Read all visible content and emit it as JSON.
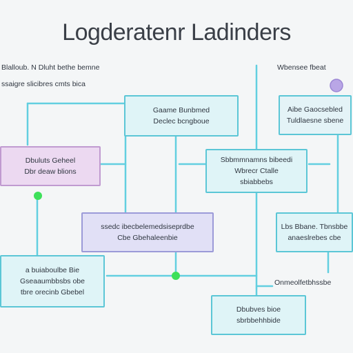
{
  "title": "Logderatenr Ladinders",
  "top_left_text": [
    "Blalloub. N Dluht bethe bemne",
    "ssaigre slicibres cmts bica"
  ],
  "top_right_text": "Wbensee fbeat",
  "boxes": {
    "top_center": [
      "Gaame Bunbmed",
      "Declec bcngboue"
    ],
    "top_right": [
      "Aibe Gaocsebled",
      "Tuldlaesne sbene"
    ],
    "left_pink": [
      "Dbuluts Geheel",
      "Dbr deaw blions"
    ],
    "center_right": [
      "Sbbmmnamns bibeedi",
      "Wbrecr Ctalle",
      "sbiabbebs"
    ],
    "center_lav": [
      "ssedc ibecbelemedsiseprdbe",
      "Cbe Gbehaleenbie"
    ],
    "right_mid": [
      "Lbs Bbane. Tbnsbbe",
      "anaeslrebes cbe"
    ],
    "bottom_left": [
      "a buiaboulbe Bie",
      "Gseaaumbbsbs obe",
      "tbre orecinb Gbebel"
    ],
    "bottom_center": [
      "Dbubves bioe",
      "sbrbbehhbide"
    ]
  },
  "bottom_right_label": "Onmeolfetbhssbe",
  "colors": {
    "wire": "#62cfe0",
    "node_green": "#3ee05a",
    "node_purple": "#b9a6e6"
  }
}
